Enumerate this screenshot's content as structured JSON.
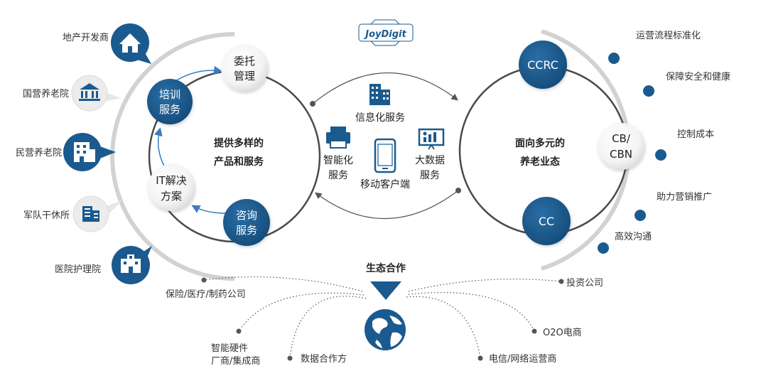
{
  "brand": {
    "logo_text": "JoyDigit"
  },
  "left_panel": {
    "center_title": [
      "提供多样的",
      "产品和服务"
    ],
    "services": [
      {
        "lines": [
          "委托",
          "管理"
        ]
      },
      {
        "lines": [
          "培训",
          "服务"
        ]
      },
      {
        "lines": [
          "IT解决",
          "方案"
        ]
      },
      {
        "lines": [
          "咨询",
          "服务"
        ]
      }
    ],
    "clients": [
      {
        "label": "地产开发商",
        "icon": "house-icon"
      },
      {
        "label": "国营养老院",
        "icon": "institution-icon"
      },
      {
        "label": "民营养老院",
        "icon": "building-icon"
      },
      {
        "label": "军队干休所",
        "icon": "office-building-icon"
      },
      {
        "label": "医院护理院",
        "icon": "hospital-icon"
      }
    ]
  },
  "middle": {
    "items": [
      {
        "label": "信息化服务",
        "icon": "buildings-icon"
      },
      {
        "label": "智能化",
        "label2": "服务",
        "icon": "printer-icon"
      },
      {
        "label": "大数据",
        "label2": "服务",
        "icon": "presentation-board-icon"
      },
      {
        "label": "移动客户端",
        "icon": "mobile-phone-icon"
      }
    ]
  },
  "right_panel": {
    "center_title": [
      "面向多元的",
      "养老业态"
    ],
    "formats": [
      {
        "lines": [
          "CCRC"
        ]
      },
      {
        "lines": [
          "CB/",
          "CBN"
        ]
      },
      {
        "lines": [
          "CC"
        ]
      }
    ],
    "benefits": [
      "运营流程标准化",
      "保障安全和健康",
      "控制成本",
      "助力营销推广",
      "高效沟通"
    ]
  },
  "ecosystem": {
    "title": "生态合作",
    "partners": [
      "保险/医疗/制药公司",
      "智能硬件",
      "厂商/集成商",
      "数据合作方",
      "电信/网络运营商",
      "O2O电商",
      "投资公司"
    ]
  },
  "colors": {
    "navy": "#1b5a8e",
    "gray_ring": "#cfcfcf",
    "text": "#333333",
    "dark_ring": "#4a4a4a"
  }
}
